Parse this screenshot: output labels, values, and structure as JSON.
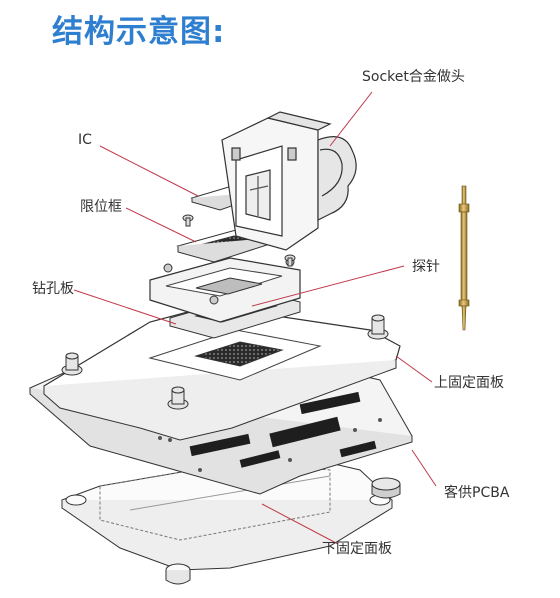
{
  "title": "结构示意图:",
  "labels": {
    "socket": "Socket合金做头",
    "ic": "IC",
    "limit_frame": "限位框",
    "probe": "探针",
    "drill_plate": "钻孔板",
    "upper_plate": "上固定面板",
    "customer_pcba": "客供PCBA",
    "lower_plate": "下固定面板"
  },
  "colors": {
    "title": "#2f7fd0",
    "leader_line": "#c0394a",
    "probe_gold": "#c9a24a",
    "outline": "#333333"
  }
}
